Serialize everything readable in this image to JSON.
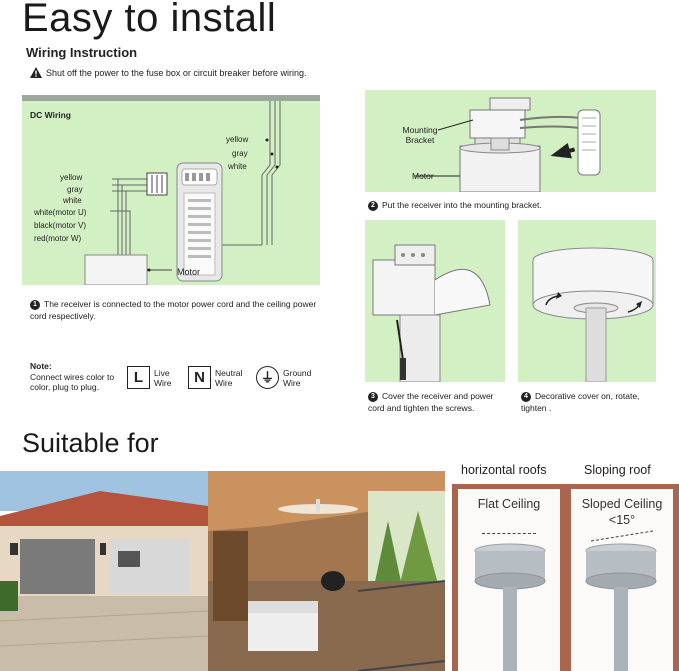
{
  "headings": {
    "easy_install": "Easy to install",
    "suitable_for": "Suitable for"
  },
  "wiring": {
    "title": "Wiring Instruction",
    "warning": "Shut off the power to the fuse box or circuit breaker before wiring.",
    "dc_label": "DC Wiring",
    "top_wires": [
      "yellow",
      "gray",
      "white"
    ],
    "left_wires": [
      "yellow",
      "gray",
      "white",
      "white(motor U)",
      "black(motor V)",
      "red(motor W)"
    ],
    "motor_label": "Motor"
  },
  "steps": [
    {
      "num": "1",
      "text": "The receiver is connected to the motor power cord and the ceiling power cord respectively."
    },
    {
      "num": "2",
      "text": "Put the receiver into the mounting bracket."
    },
    {
      "num": "3",
      "text": "Cover the receiver and power cord and tighten the screws."
    },
    {
      "num": "4",
      "text": "Decorative cover on, rotate, tighten ."
    }
  ],
  "bracket": {
    "mounting_label": "Mounting Bracket",
    "motor_label": "Motor"
  },
  "note": {
    "title": "Note:",
    "text": "Connect wires color to color, plug to plug.",
    "items": [
      {
        "letter": "L",
        "label": "Live Wire"
      },
      {
        "letter": "N",
        "label": "Neutral Wire"
      },
      {
        "letter": "⏚",
        "label": "Ground Wire"
      }
    ]
  },
  "roofs": {
    "horizontal_label": "horizontal roofs",
    "sloping_label": "Sloping roof",
    "flat_ceiling": "Flat Ceiling",
    "sloped_ceiling": "Sloped Ceiling",
    "sloped_angle": "<15°"
  },
  "colors": {
    "panel_green": "#d3f0c4",
    "roof_frame": "#a9654e"
  }
}
